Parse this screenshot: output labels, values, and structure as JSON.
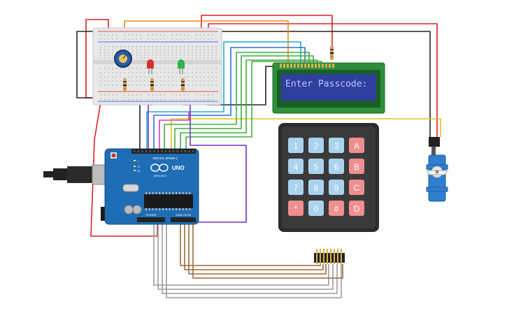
{
  "lcd": {
    "text": "Enter Passcode:"
  },
  "keypad": {
    "keys": [
      [
        "1",
        "2",
        "3",
        "A"
      ],
      [
        "4",
        "5",
        "6",
        "B"
      ],
      [
        "7",
        "8",
        "9",
        "C"
      ],
      [
        "*",
        "0",
        "#",
        "D"
      ]
    ]
  },
  "arduino": {
    "model": "UNO",
    "brand": "ARDUINO",
    "digital_label": "DIGITAL (PWM~)",
    "power_label": "POWER",
    "analog_label": "ANALOG IN",
    "tx_label": "TX",
    "rx_label": "RX",
    "l_label": "L"
  },
  "leds": [
    {
      "name": "red-led",
      "color": "#d9302c"
    },
    {
      "name": "green-led",
      "color": "#2fb34a"
    }
  ],
  "colors": {
    "lcd_board": "#2f8f3c",
    "lcd_screen": "#2f3f9e",
    "lcd_text": "#b9c6ff",
    "arduino_board": "#1f6db4",
    "keypad_body": "#2c2c2c",
    "key_blue": "#a9d3ef",
    "key_red": "#ef8f8f",
    "servo_body": "#2f7fd1"
  }
}
